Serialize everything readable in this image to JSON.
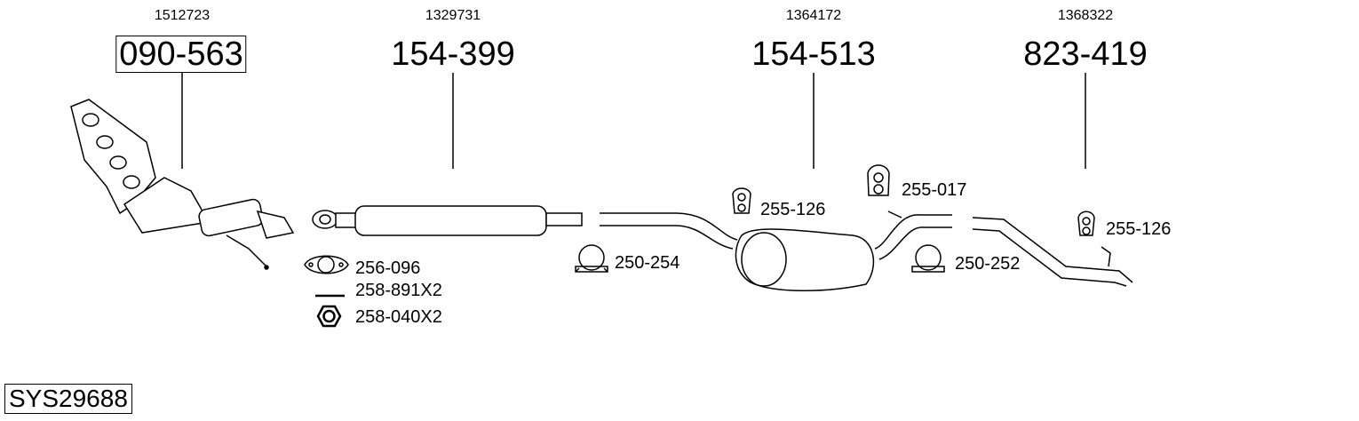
{
  "parts": [
    {
      "oe": "1512723",
      "number": "090-563",
      "boxed": true
    },
    {
      "oe": "1329731",
      "number": "154-399",
      "boxed": false
    },
    {
      "oe": "1364172",
      "number": "154-513",
      "boxed": false
    },
    {
      "oe": "1368322",
      "number": "823-419",
      "boxed": false
    }
  ],
  "accessories": {
    "gasket": "256-096",
    "bolt": "258-891X2",
    "nut": "258-040X2",
    "clamp_1": "250-254",
    "hanger_1": "255-126",
    "hanger_2": "255-017",
    "clamp_2": "250-252",
    "hanger_3": "255-126"
  },
  "system_code": "SYS29688"
}
